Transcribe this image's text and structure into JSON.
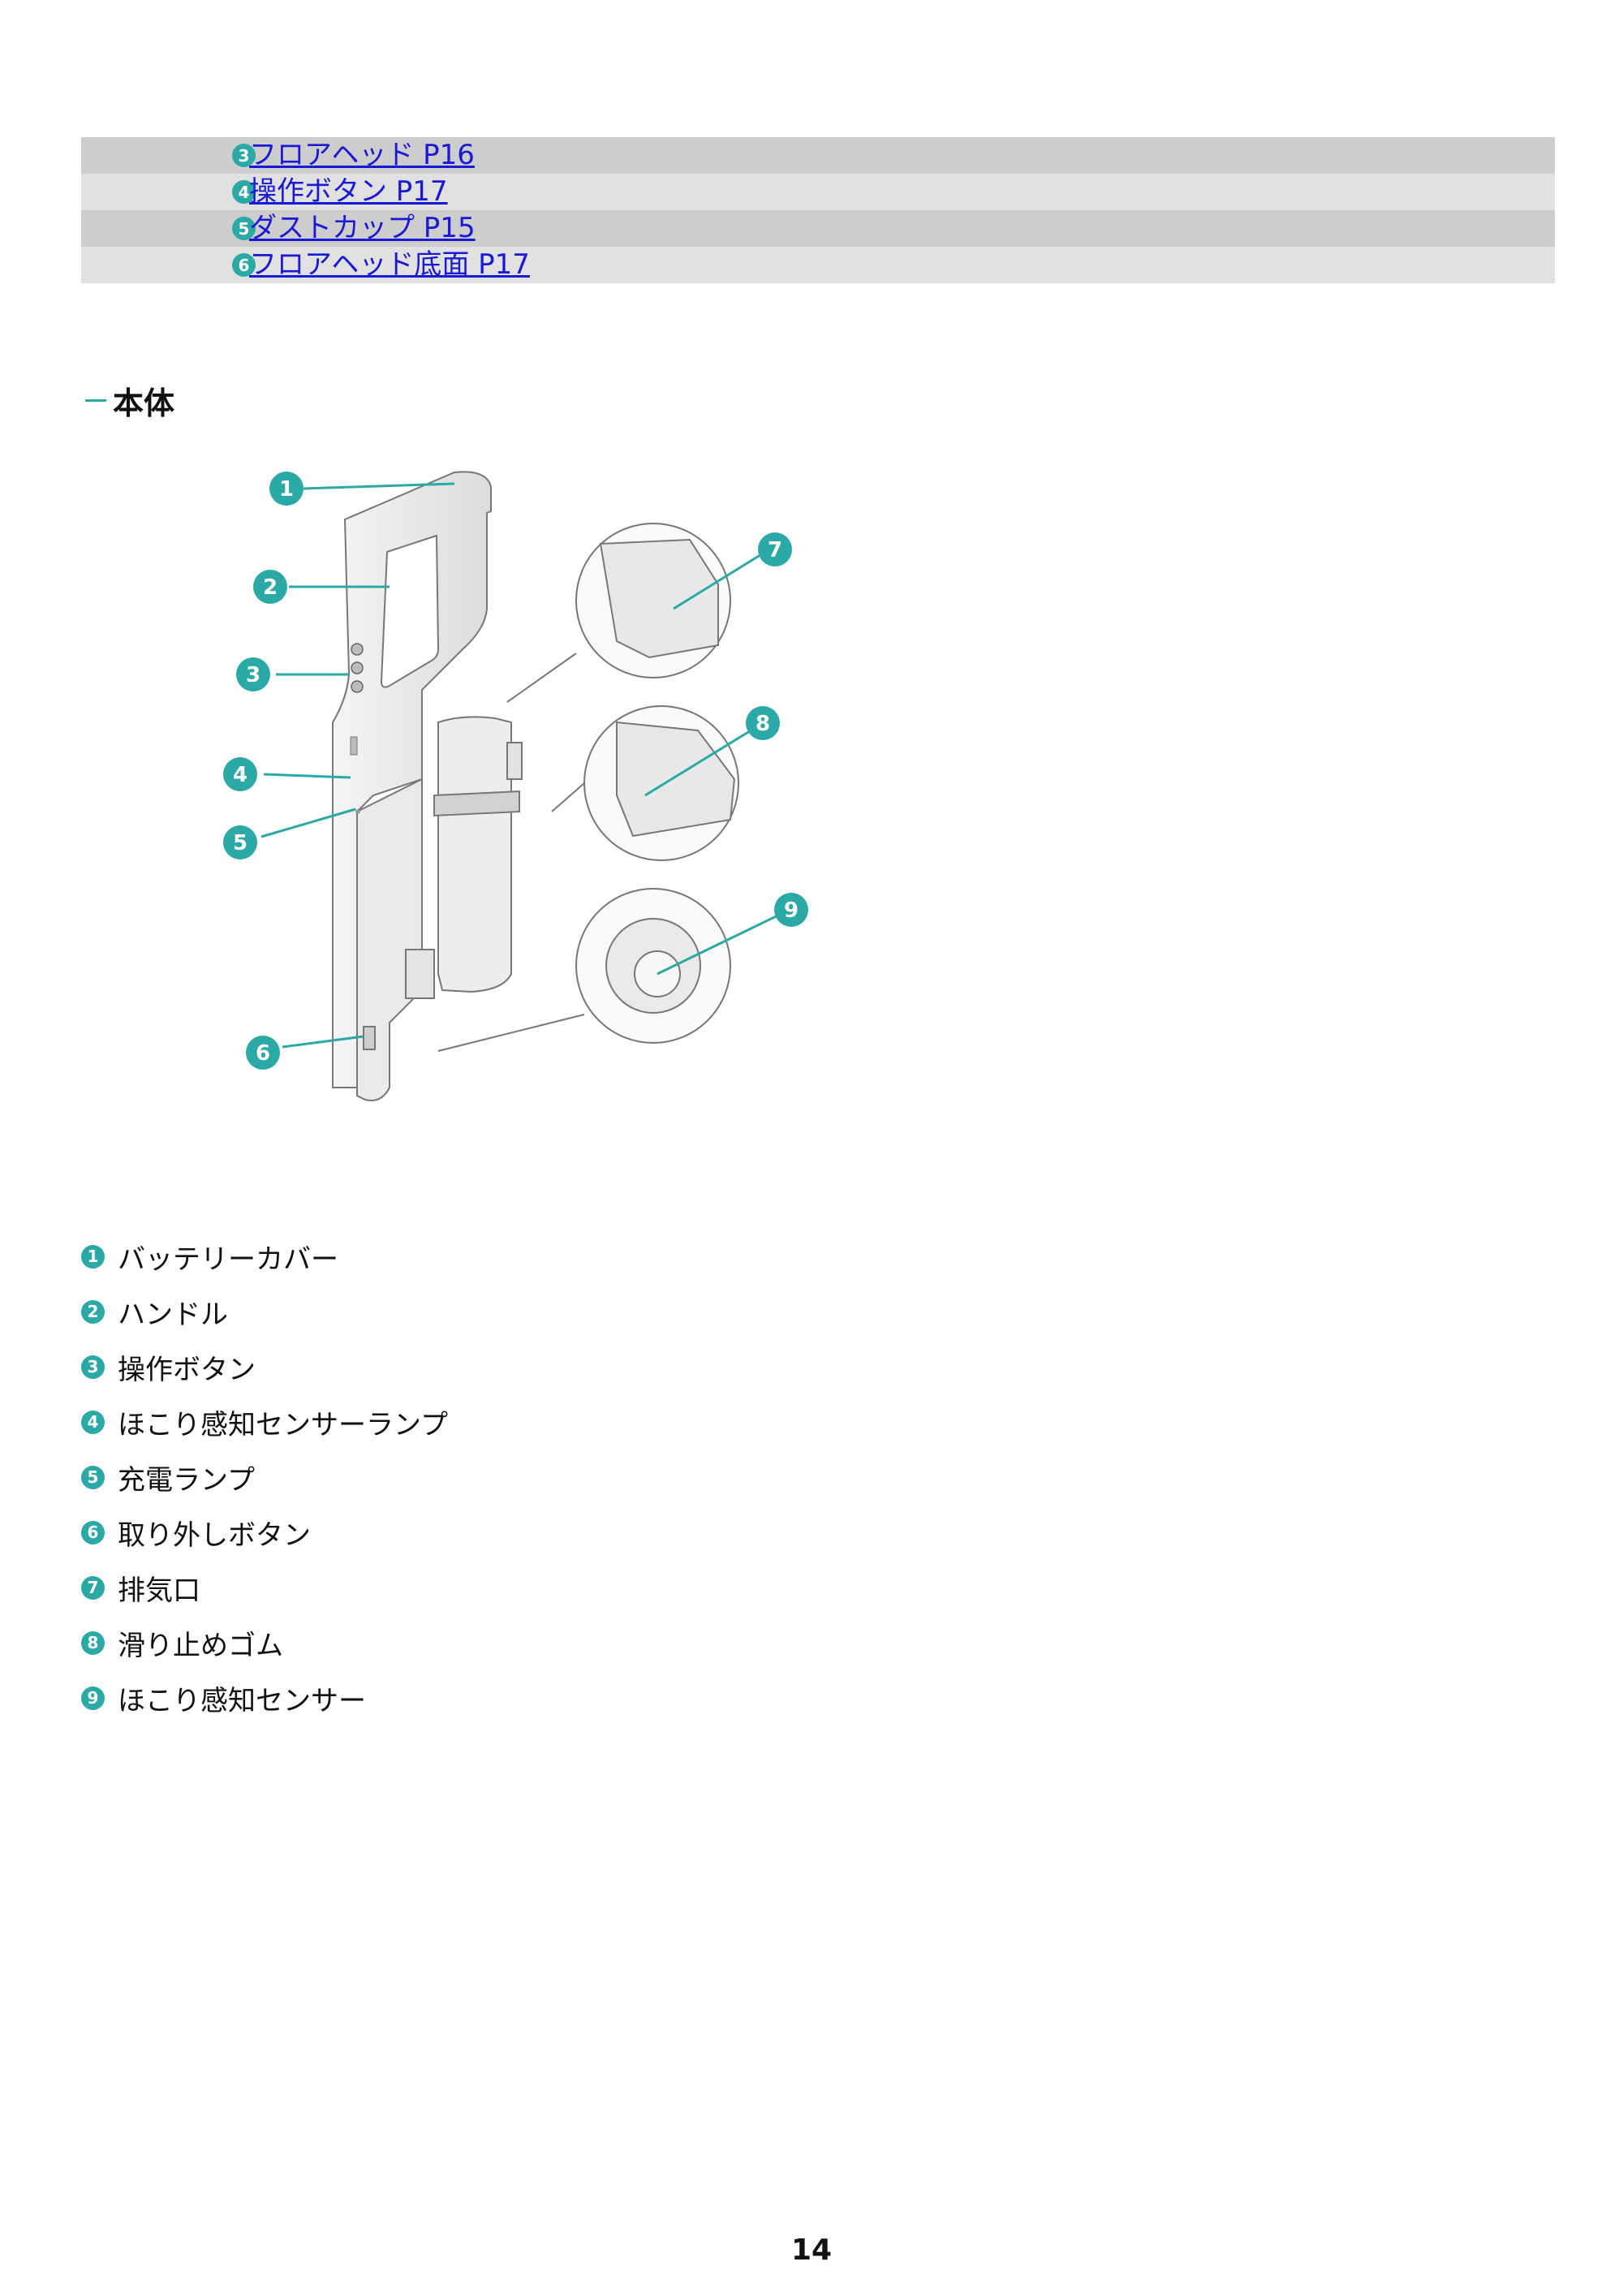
{
  "toc": [
    {
      "num": "3",
      "label": "フロアヘッド P16"
    },
    {
      "num": "4",
      "label": "操作ボタン P17"
    },
    {
      "num": "5",
      "label": "ダストカップ P15"
    },
    {
      "num": "6",
      "label": "フロアヘッド底面 P17"
    }
  ],
  "section": {
    "title": "本体"
  },
  "diagram": {
    "callouts": [
      "1",
      "2",
      "3",
      "4",
      "5",
      "6",
      "7",
      "8",
      "9"
    ]
  },
  "legend": [
    {
      "num": "1",
      "label": "バッテリーカバー"
    },
    {
      "num": "2",
      "label": "ハンドル"
    },
    {
      "num": "3",
      "label": "操作ボタン"
    },
    {
      "num": "4",
      "label": "ほこり感知センサーランプ"
    },
    {
      "num": "5",
      "label": "充電ランプ"
    },
    {
      "num": "6",
      "label": "取り外しボタン"
    },
    {
      "num": "7",
      "label": "排気口"
    },
    {
      "num": "8",
      "label": "滑り止めゴム"
    },
    {
      "num": "9",
      "label": "ほこり感知センサー"
    }
  ],
  "page_number": "14",
  "colors": {
    "accent": "#2ba9a6",
    "link": "#1a1ad6",
    "row_dark": "#cdcdcd",
    "row_light": "#e1e1e1"
  }
}
